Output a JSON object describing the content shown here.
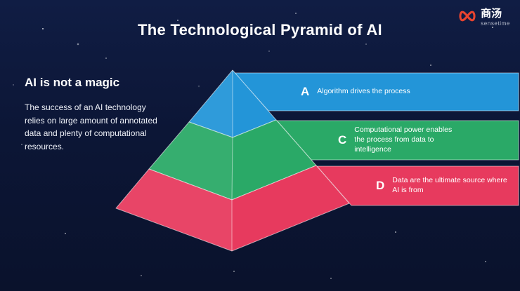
{
  "slide": {
    "title": "The Technological Pyramid of AI"
  },
  "logo": {
    "brand_cn": "商汤",
    "brand_en": "sensetime",
    "color": "#e8442f"
  },
  "intro": {
    "heading": "AI is not a magic",
    "body": "The success of an AI technology relies on large amount of annotated data and plenty of computational resources."
  },
  "pyramid": {
    "layers": [
      {
        "letter": "A",
        "label": "Algorithm drives the process",
        "color": "#2395d8"
      },
      {
        "letter": "C",
        "label": "Computational power enables the process from data to intelligence",
        "color": "#2aa967"
      },
      {
        "letter": "D",
        "label": "Data are the ultimate source where AI is from",
        "color": "#e73a5e"
      }
    ]
  }
}
